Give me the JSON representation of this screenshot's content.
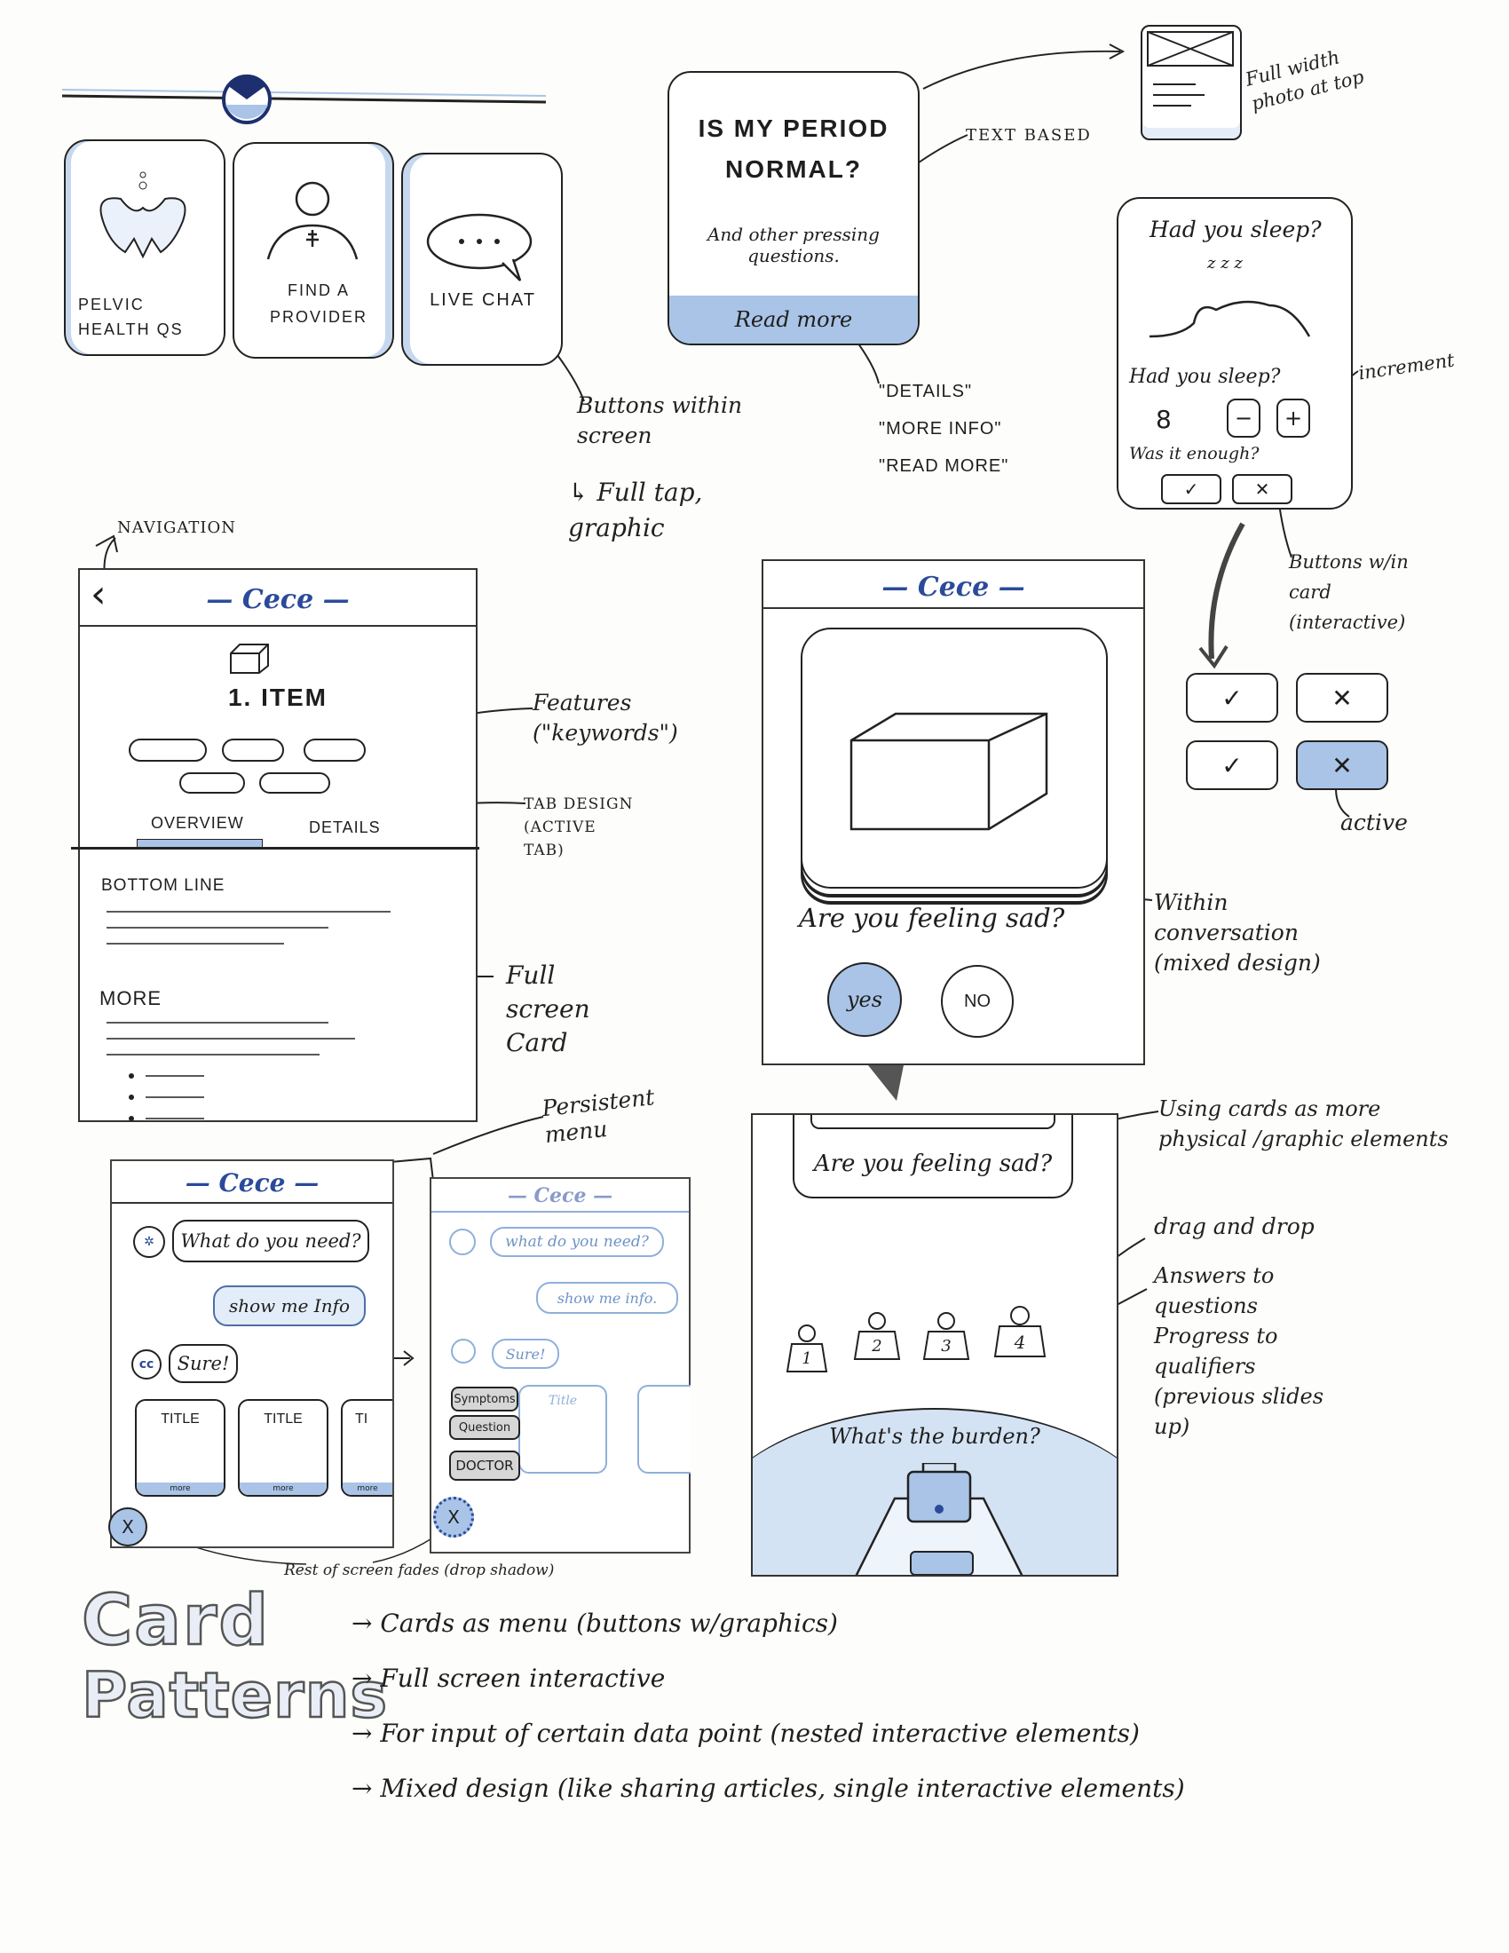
{
  "menu_cards": [
    {
      "label": "PELVIC HEALTH Qs"
    },
    {
      "label": "FIND A PROVIDER"
    },
    {
      "label": "LIVE CHAT"
    }
  ],
  "annotations": {
    "buttons_within_screen": "Buttons within screen",
    "full_tap": "↳ Full tap, graphic",
    "text_based": "TEXT BASED",
    "full_width_photo": "Full width photo at top",
    "details_options": [
      "\"DETAILS\"",
      "\"MORE INFO\"",
      "\"READ MORE\""
    ],
    "increment": "increment",
    "buttons_in_card": "Buttons w/in card (interactive)",
    "active": "active",
    "navigation": "NAVIGATION",
    "features": "Features (\"keywords\")",
    "tab_design": "TAB DESIGN (active TAB)",
    "full_screen_card": "Full screen Card",
    "within_conversation": "Within conversation (mixed design)",
    "persistent_menu": "Persistent menu",
    "using_cards": "Using cards as more physical /graphic elements",
    "drag_and_drop": "drag and drop",
    "answers_progress": "Answers to questions Progress to qualifiers (previous slides up)",
    "rest_fades": "Rest of screen fades (drop shadow)"
  },
  "article_card": {
    "title": "IS MY PERIOD NORMAL?",
    "subtitle": "And other pressing questions.",
    "cta": "Read more"
  },
  "sleep_card": {
    "header": "Had you sleep?",
    "zzz": "z z z",
    "question": "Had you sleep?",
    "value": "8",
    "minus": "−",
    "plus": "+",
    "enough": "Was it enough?",
    "yes_glyph": "✓",
    "no_glyph": "✕"
  },
  "item_screen": {
    "back": "‹",
    "brand": "— Cece —",
    "title": "1. ITEM",
    "tabs": [
      "OVERVIEW",
      "DETAILS"
    ],
    "section1": "BOTTOM LINE",
    "section2": "MORE"
  },
  "chat_screen": {
    "brand": "— Cece —",
    "avatar": "✲",
    "msg1": "What do you need?",
    "reply": "show me Info",
    "avatar2": "cc",
    "msg2": "Sure!",
    "cards": [
      "TITLE",
      "TITLE",
      "TI"
    ],
    "card_more": "more",
    "close": "X"
  },
  "chat_menu_screen": {
    "brand": "— Cece —",
    "msg1": "what do you need?",
    "reply": "show me info.",
    "msg2": "Sure!",
    "card_title": "Title",
    "menu_items": [
      "Symptoms",
      "Question",
      "DOCTOR"
    ],
    "close": "X"
  },
  "conversation_screen": {
    "brand": "— Cece —",
    "question": "Are you feeling sad?",
    "yes": "yes",
    "no": "NO"
  },
  "drag_screen": {
    "question": "Are you feeling sad?",
    "weights": [
      "1",
      "2",
      "3",
      "4"
    ],
    "burden": "What's the burden?"
  },
  "footer": {
    "title_line1": "Card",
    "title_line2": "Patterns",
    "items": [
      "→ Cards as menu (buttons w/graphics)",
      "→ Full screen interactive",
      "→ For input of certain data point (nested interactive elements)",
      "→ Mixed design (like sharing articles, single interactive elements)"
    ]
  },
  "colors": {
    "accent": "#2b4a9a",
    "light_blue": "#a9c4e6"
  }
}
